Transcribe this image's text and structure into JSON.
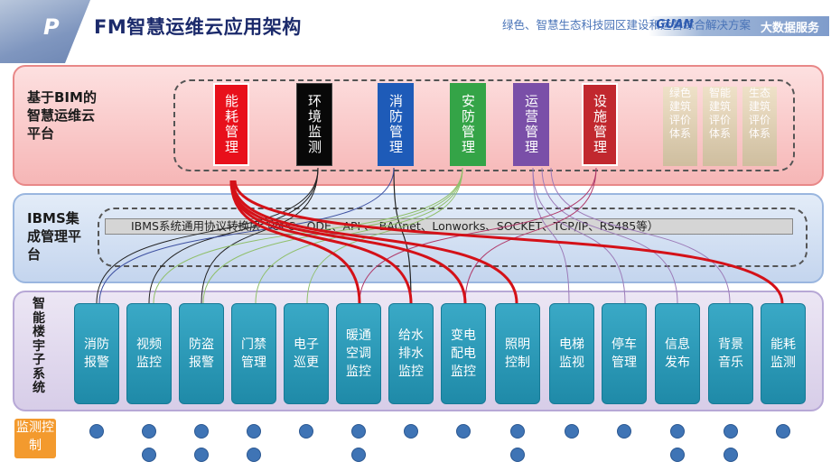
{
  "header": {
    "logo_letter": "P",
    "title": "FM智慧运维云应用架构",
    "subtitle": "绿色、智慧生态科技园区建设和运营综合解决方案",
    "brand_logo": "GUAN",
    "brand_text": "大数据服务"
  },
  "layers": {
    "bim_label": "基于BIM的智慧运维云平台",
    "ibms_label": "IBMS集成管理平台",
    "subsystem_label": "智能楼宇子系统",
    "protocol": "IBMS系统通用协议转换层（OPC、ODE、API 、 BACnet、Lonworks、SOCKET、TCP/IP、RS485等）"
  },
  "modules": [
    {
      "label": "能耗管理",
      "color": "#e8101b"
    },
    {
      "label": "环境监测",
      "color": "#080808"
    },
    {
      "label": "消防管理",
      "color": "#1e5bb8"
    },
    {
      "label": "安防管理",
      "color": "#34a447"
    },
    {
      "label": "运营管理",
      "color": "#7a4fa8"
    },
    {
      "label": "设施管理",
      "color": "#c1282e"
    }
  ],
  "eval_blocks": [
    {
      "label": "绿色建筑评价体系"
    },
    {
      "label": "智能建筑评价体系"
    },
    {
      "label": "生态建筑评价体系"
    }
  ],
  "subsystems": [
    {
      "label": "消防报警"
    },
    {
      "label": "视频监控"
    },
    {
      "label": "防盗报警"
    },
    {
      "label": "门禁管理"
    },
    {
      "label": "电子巡更"
    },
    {
      "label": "暖通空调监控"
    },
    {
      "label": "给水排水监控"
    },
    {
      "label": "变电配电监控"
    },
    {
      "label": "照明控制"
    },
    {
      "label": "电梯监视"
    },
    {
      "label": "停车管理"
    },
    {
      "label": "信息发布"
    },
    {
      "label": "背景音乐"
    },
    {
      "label": "能耗监测"
    }
  ],
  "monitor_label": "监测控制",
  "colors": {
    "energy_link": "#d41118",
    "env_link": "#222222",
    "fire_link": "#3c4fa0",
    "security_link": "#8fbf6a",
    "ops_link": "#9c7bb8",
    "facility_link": "#b03a6a",
    "dot": "#3f74b5"
  }
}
